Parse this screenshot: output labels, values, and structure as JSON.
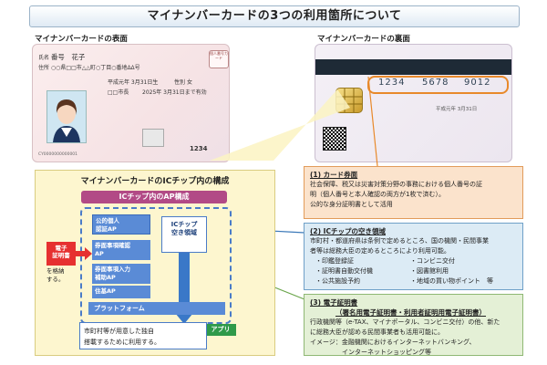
{
  "title": "マイナンバーカードの3つの利用箇所について",
  "front": {
    "label": "マイナンバーカードの表面",
    "name_field": "氏名",
    "name_value": "番号　花子",
    "address_field": "住所",
    "address_value": "○○県□□市△△町○丁目○番地ΔΔ号",
    "birth_text": "平成元年 3月31日生",
    "sex_label": "性別",
    "sex_value": "女",
    "expiry_text": "2025年 3月31日まで有効",
    "issuer": "□□市長",
    "seal_text": "個人番号カード",
    "number_text": "1234",
    "id_text": "CY0000000000001"
  },
  "back": {
    "label": "マイナンバーカードの裏面",
    "number_groups": [
      "1234",
      "5678",
      "9012"
    ],
    "date_text": "平成元年 3月31日"
  },
  "ic_panel": {
    "title": "マイナンバーカードのICチップ内の構成",
    "ap_header": "ICチップ内のAP構成",
    "aps": [
      "公的個人\n認証AP",
      "券面事項確認\nAP",
      "券面事項入力\n補助AP",
      "住基AP"
    ],
    "free_area": "ICチップ\n空き領域",
    "platform": "プラットフォーム",
    "app_label": "アプリ",
    "ecert_badge": "電子\n証明書",
    "ecert_note": "を格納\nする。",
    "muni_note_line1": "市町村等が用意した独自",
    "muni_note_line2": "搭載するために利用する。"
  },
  "box1": {
    "heading": "(1) カード券面",
    "lines": [
      "社会保障、税又は災害対策分野の事務における個人番号の証",
      "明（個人番号と本人確認の両方が1枚で済む）。",
      "公的な身分証明書として活用"
    ]
  },
  "box2": {
    "heading": "(2) ICチップの空き領域",
    "lines": [
      "市町村・都道府県は条例で定めるところ、国の機関・民間事業",
      "者等は総務大臣の定めるところにより利用可能。"
    ],
    "items": [
      "・印鑑登録証",
      "・コンビニ交付",
      "・証明書自動交付機",
      "・図書館利用",
      "・公共施設予約",
      "・地域の買い物ポイント　等"
    ]
  },
  "box3": {
    "heading": "(3) 電子証明書",
    "subheading": "（署名用電子証明書・利用者証明用電子証明書）",
    "lines": [
      "行政機関等（e-TAX、マイナポータル、コンビニ交付）の他、新た",
      "に総務大臣が認める民間事業者も活用可能に。",
      "イメージ：金融機関におけるインターネットバンキング、",
      "　　　　　インターネットショッピング等"
    ]
  },
  "colors": {
    "ap_header": "#b24a86",
    "ap_box": "#5a8bd6",
    "ecert": "#e63030",
    "app": "#2f9a4a",
    "box1_bg": "#fbe3cc",
    "box2_bg": "#dcebf5",
    "box3_bg": "#e4f0d6",
    "highlight": "#e8892a"
  }
}
